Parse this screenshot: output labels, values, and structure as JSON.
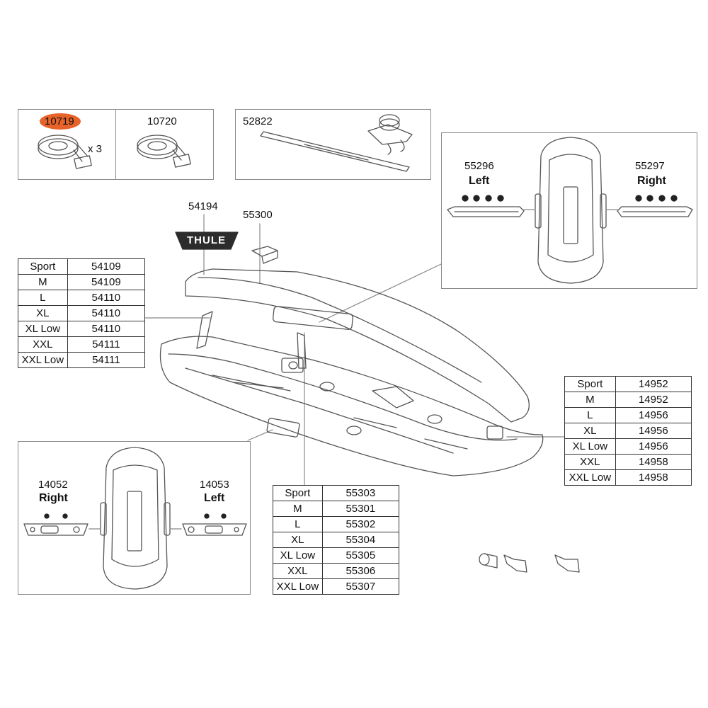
{
  "straps": [
    {
      "part": "10719",
      "qty": "x 3",
      "highlight": "#e8632a"
    },
    {
      "part": "10720"
    }
  ],
  "rail_kit": {
    "part": "52822"
  },
  "logo": {
    "part": "54194",
    "text": "THULE"
  },
  "clip": {
    "part": "55300"
  },
  "top_inset": {
    "left": {
      "part": "55296",
      "side": "Left"
    },
    "right": {
      "part": "55297",
      "side": "Right"
    }
  },
  "bottom_inset": {
    "right": {
      "part": "14052",
      "side": "Right"
    },
    "left": {
      "part": "14053",
      "side": "Left"
    }
  },
  "tables": {
    "lid": {
      "name": "lid-table",
      "rows": [
        {
          "size": "Sport",
          "part": "54109"
        },
        {
          "size": "M",
          "part": "54109"
        },
        {
          "size": "L",
          "part": "54110"
        },
        {
          "size": "XL",
          "part": "54110"
        },
        {
          "size": "XL Low",
          "part": "54110"
        },
        {
          "size": "XXL",
          "part": "54111"
        },
        {
          "size": "XXL Low",
          "part": "54111"
        }
      ]
    },
    "mount": {
      "name": "mount-table",
      "rows": [
        {
          "size": "Sport",
          "part": "55303"
        },
        {
          "size": "M",
          "part": "55301"
        },
        {
          "size": "L",
          "part": "55302"
        },
        {
          "size": "XL",
          "part": "55304"
        },
        {
          "size": "XL Low",
          "part": "55305"
        },
        {
          "size": "XXL",
          "part": "55306"
        },
        {
          "size": "XXL Low",
          "part": "55307"
        }
      ]
    },
    "base": {
      "name": "base-table",
      "rows": [
        {
          "size": "Sport",
          "part": "14952"
        },
        {
          "size": "M",
          "part": "14952"
        },
        {
          "size": "L",
          "part": "14956"
        },
        {
          "size": "XL",
          "part": "14956"
        },
        {
          "size": "XL Low",
          "part": "14956"
        },
        {
          "size": "XXL",
          "part": "14958"
        },
        {
          "size": "XXL Low",
          "part": "14958"
        }
      ]
    }
  }
}
